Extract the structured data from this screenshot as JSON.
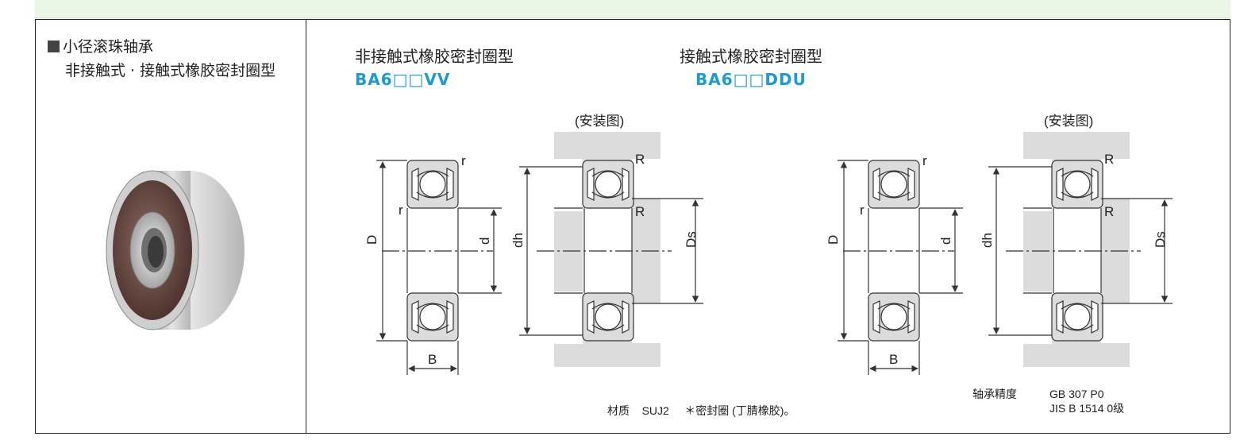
{
  "left_panel": {
    "title": "小径滚珠轴承",
    "subtitle": "非接触式 · 接触式橡胶密封圈型"
  },
  "types": [
    {
      "heading": "非接触式橡胶密封圈型",
      "code": "BA6□□VV"
    },
    {
      "heading": "接触式橡胶密封圈型",
      "code": "BA6□□DDU"
    }
  ],
  "drawing_labels": {
    "install": "(安装图)",
    "D": "D",
    "d": "d",
    "B": "B",
    "r": "r",
    "R": "R",
    "dh": "dh",
    "Ds": "Ds"
  },
  "notes": {
    "material_label": "材质",
    "material_value": "SUJ2",
    "seal_note": "＊密封圈 (丁腈橡胶)。",
    "precision_label": "轴承精度",
    "precision_value1": "GB 307 P0",
    "precision_value2": "JIS B 1514 0级"
  }
}
